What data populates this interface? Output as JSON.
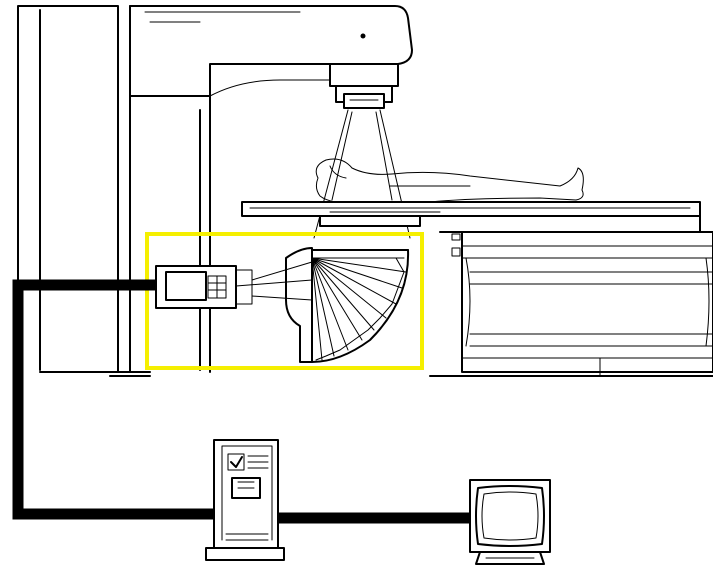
{
  "diagram": {
    "highlight_color": "#f5ef00",
    "line_color": "#000000",
    "background": "#ffffff",
    "icons": {
      "gantry": "radiography-gantry",
      "xray_tube": "x-ray-tube",
      "patient_table": "patient-table",
      "patient": "patient-outline",
      "detector_arm": "c-arm-detector-housing",
      "detector_fan": "detector-array-fan",
      "control_box": "detector-control-box",
      "computer": "computer-tower",
      "monitor": "display-monitor",
      "cable": "data-cable"
    }
  }
}
